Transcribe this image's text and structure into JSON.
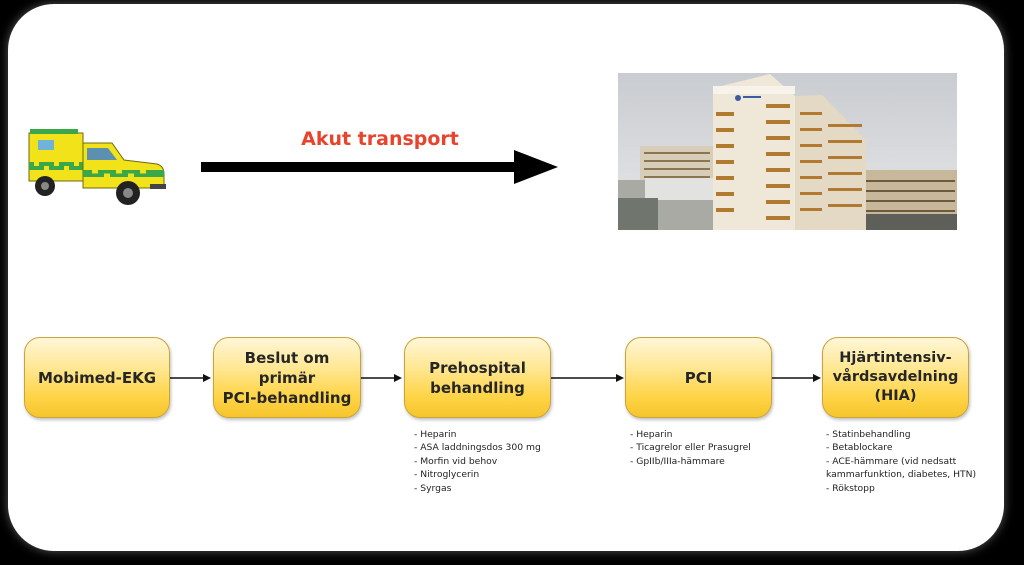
{
  "header": {
    "title": "Akut transport"
  },
  "images": {
    "ambulance": "ambulance-illustration",
    "hospital": "hospital-building-photo"
  },
  "flow": {
    "steps": [
      {
        "label": "Mobimed-EKG"
      },
      {
        "label": "Beslut om primär\nPCI-behandling"
      },
      {
        "label": "Prehospital\nbehandling"
      },
      {
        "label": "PCI"
      },
      {
        "label": "Hjärtintensiv-\nvårdsavdelning\n(HIA)"
      }
    ],
    "notes": {
      "prehospital": [
        "- Heparin",
        "- ASA laddningsdos 300 mg",
        "- Morfin vid behov",
        "- Nitroglycerin",
        "- Syrgas"
      ],
      "pci": [
        "- Heparin",
        "- Ticagrelor eller Prasugrel",
        "- GpIIb/IIIa-hämmare"
      ],
      "hia": [
        "- Statinbehandling",
        "- Betablockare",
        "- ACE-hämmare (vid nedsatt\n  kammarfunktion, diabetes, HTN)",
        "- Rökstopp"
      ]
    }
  },
  "colors": {
    "title": "#e8432c",
    "box_fill": "#ffd54a",
    "box_border": "#caa33a",
    "ambulance_yellow": "#f2e21a",
    "ambulance_green": "#3aa848"
  }
}
